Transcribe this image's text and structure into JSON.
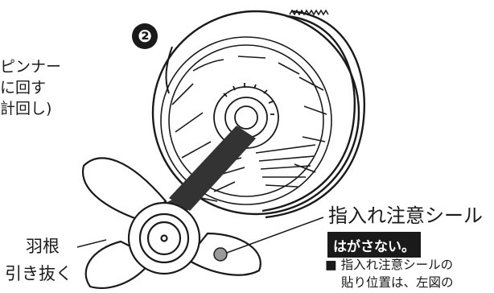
{
  "step_badge": "❷",
  "spinner_instruction": {
    "line1": "ピンナー",
    "line2": "に回す",
    "line3": "計回し)"
  },
  "warning_sticker": {
    "label": "指入れ注意シール",
    "badge": "はがさない。",
    "note_line1": "■ 指入れ注意シールの",
    "note_line2": "貼り位置は、左図の"
  },
  "blade_instruction": {
    "line1": "羽根",
    "line2": "引き抜く"
  },
  "colors": {
    "ink": "#1a1a1a",
    "arrow": "#333333",
    "sticker_dot": "#9a9a9a",
    "badge_bg": "#1a1a1a"
  }
}
